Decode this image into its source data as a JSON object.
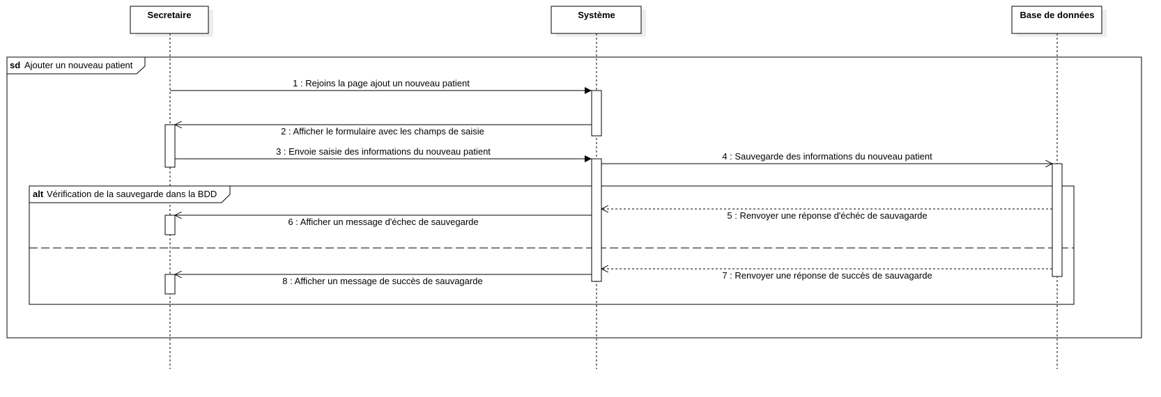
{
  "diagram": {
    "participants": [
      {
        "id": "secretaire",
        "label": "Secretaire"
      },
      {
        "id": "systeme",
        "label": "Système"
      },
      {
        "id": "bdd",
        "label": "Base de données"
      }
    ],
    "sd_frame": {
      "keyword": "sd",
      "title": "Ajouter un nouveau patient"
    },
    "alt_frame": {
      "keyword": "alt",
      "title": "Vérification de la sauvegarde dans la BDD"
    },
    "messages": [
      {
        "label": "1 : Rejoins la page ajout un nouveau patient",
        "from": "secretaire",
        "to": "systeme",
        "kind": "sync"
      },
      {
        "label": "2 : Afficher le formulaire avec les champs de saisie",
        "from": "systeme",
        "to": "secretaire",
        "kind": "async"
      },
      {
        "label": "3 : Envoie saisie des informations du nouveau patient",
        "from": "secretaire",
        "to": "systeme",
        "kind": "sync"
      },
      {
        "label": "4 : Sauvegarde des informations du nouveau patient",
        "from": "systeme",
        "to": "bdd",
        "kind": "async"
      },
      {
        "label": "5 : Renvoyer une réponse d'échéc de sauvagarde",
        "from": "bdd",
        "to": "systeme",
        "kind": "return"
      },
      {
        "label": "6 : Afficher un message d'échec de sauvegarde",
        "from": "systeme",
        "to": "secretaire",
        "kind": "async"
      },
      {
        "label": "7 : Renvoyer une réponse de succès de sauvagarde",
        "from": "bdd",
        "to": "systeme",
        "kind": "return"
      },
      {
        "label": "8 : Afficher un message de succès de sauvagarde",
        "from": "systeme",
        "to": "secretaire",
        "kind": "async"
      }
    ],
    "colors": {
      "stroke": "#000000",
      "shadow": "#eeeeee",
      "background": "#ffffff"
    }
  }
}
